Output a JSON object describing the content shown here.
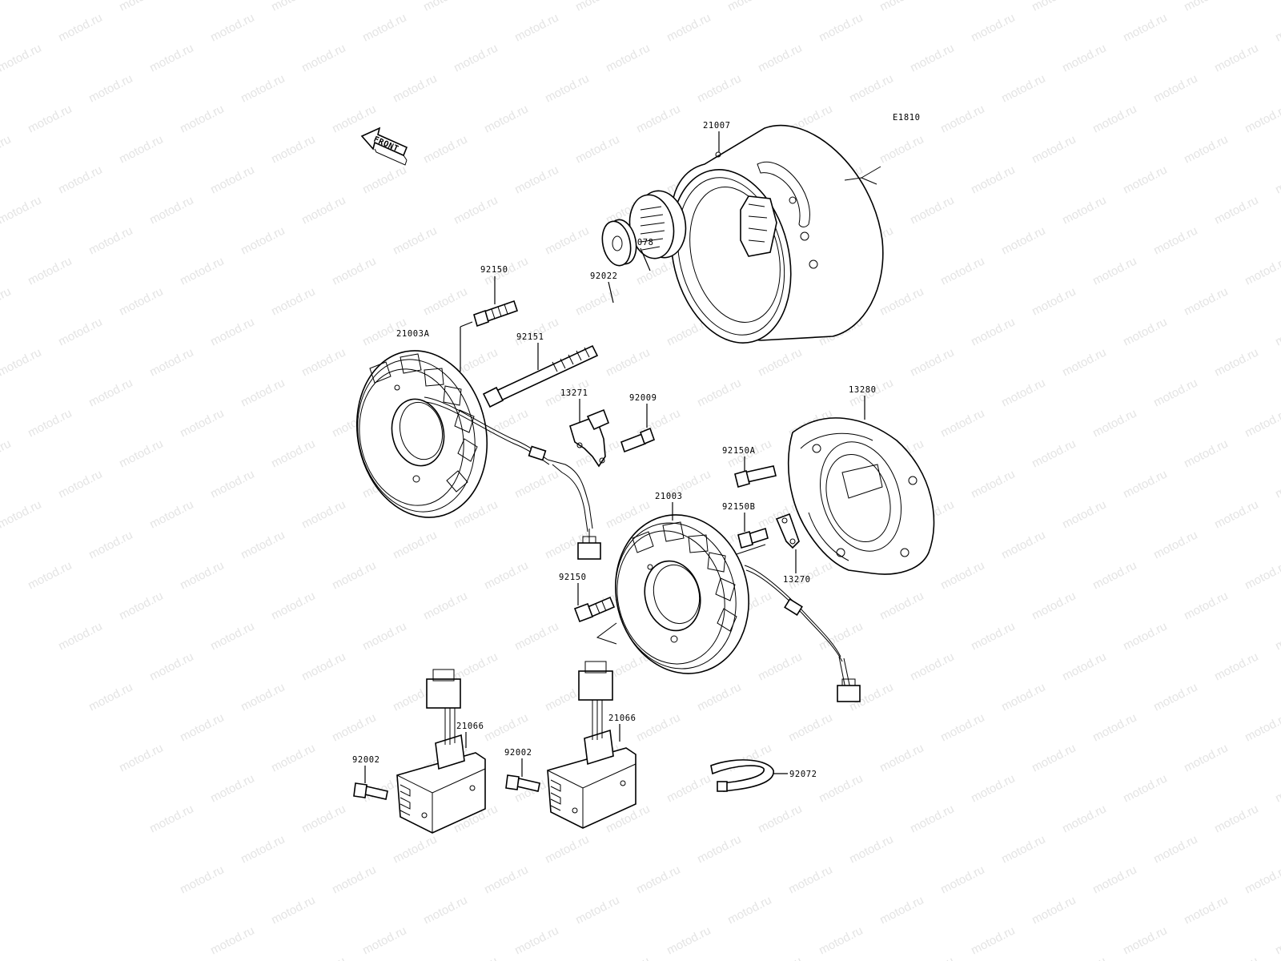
{
  "diagram_code": "E1810",
  "front_label": "FRONT",
  "watermark": "motod.ru",
  "parts": {
    "p21007": "21007",
    "p13078": "13078",
    "p92022": "92022",
    "p92150_top": "92150",
    "p21003A": "21003A",
    "p92151": "92151",
    "p13271": "13271",
    "p92009": "92009",
    "p13280": "13280",
    "p92150A": "92150A",
    "p21003": "21003",
    "p92150B": "92150B",
    "p13270": "13270",
    "p92150_bottom": "92150",
    "p21066_left": "21066",
    "p21066_right": "21066",
    "p92002_left": "92002",
    "p92002_right": "92002",
    "p92072": "92072"
  }
}
